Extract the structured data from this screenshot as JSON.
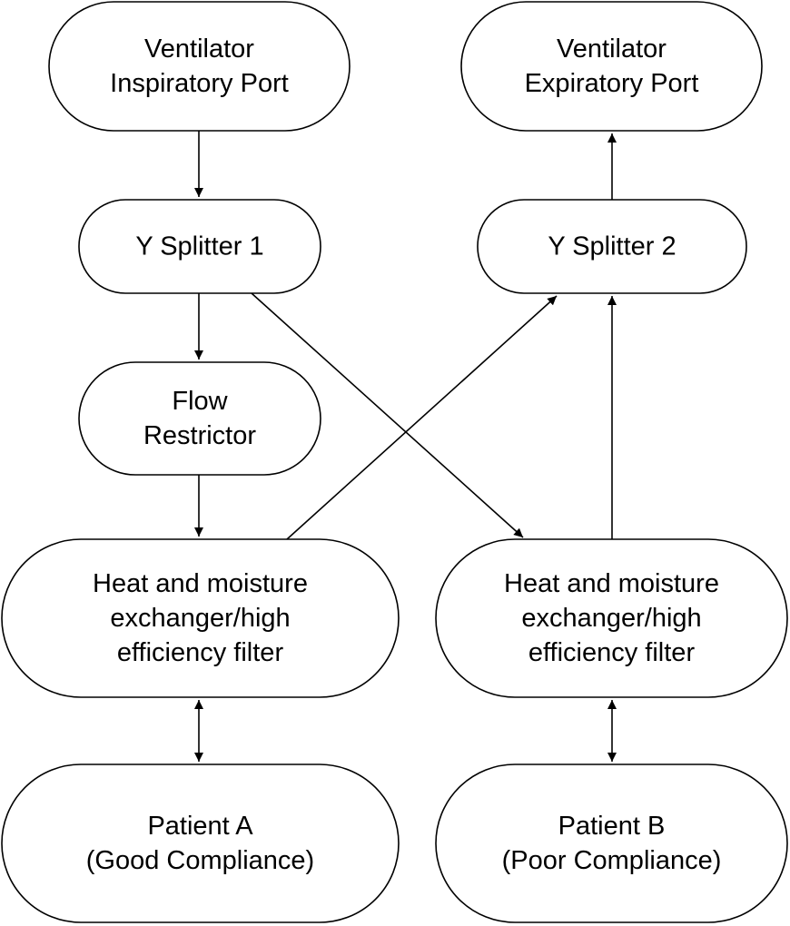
{
  "nodes": [
    {
      "id": "vent-insp",
      "lines": [
        "Ventilator",
        "Inspiratory Port"
      ]
    },
    {
      "id": "vent-exp",
      "lines": [
        "Ventilator",
        "Expiratory Port"
      ]
    },
    {
      "id": "y-splitter-1",
      "lines": [
        "Y Splitter 1"
      ]
    },
    {
      "id": "y-splitter-2",
      "lines": [
        "Y Splitter 2"
      ]
    },
    {
      "id": "flow-restrictor",
      "lines": [
        "Flow",
        "Restrictor"
      ]
    },
    {
      "id": "hme-a",
      "lines": [
        "Heat and moisture",
        "exchanger/high",
        "efficiency filter"
      ]
    },
    {
      "id": "hme-b",
      "lines": [
        "Heat and moisture",
        "exchanger/high",
        "efficiency filter"
      ]
    },
    {
      "id": "patient-a",
      "lines": [
        "Patient A",
        "(Good Compliance)"
      ]
    },
    {
      "id": "patient-b",
      "lines": [
        "Patient B",
        "(Poor Compliance)"
      ]
    }
  ],
  "edges": [
    {
      "from": "vent-insp",
      "to": "y-splitter-1",
      "direction": "forward"
    },
    {
      "from": "y-splitter-1",
      "to": "flow-restrictor",
      "direction": "forward"
    },
    {
      "from": "flow-restrictor",
      "to": "hme-a",
      "direction": "forward"
    },
    {
      "from": "y-splitter-1",
      "to": "hme-b",
      "direction": "forward"
    },
    {
      "from": "hme-a",
      "to": "y-splitter-2",
      "direction": "forward"
    },
    {
      "from": "hme-b",
      "to": "y-splitter-2",
      "direction": "forward"
    },
    {
      "from": "y-splitter-2",
      "to": "vent-exp",
      "direction": "forward"
    },
    {
      "from": "hme-a",
      "to": "patient-a",
      "direction": "both"
    },
    {
      "from": "hme-b",
      "to": "patient-b",
      "direction": "both"
    }
  ]
}
